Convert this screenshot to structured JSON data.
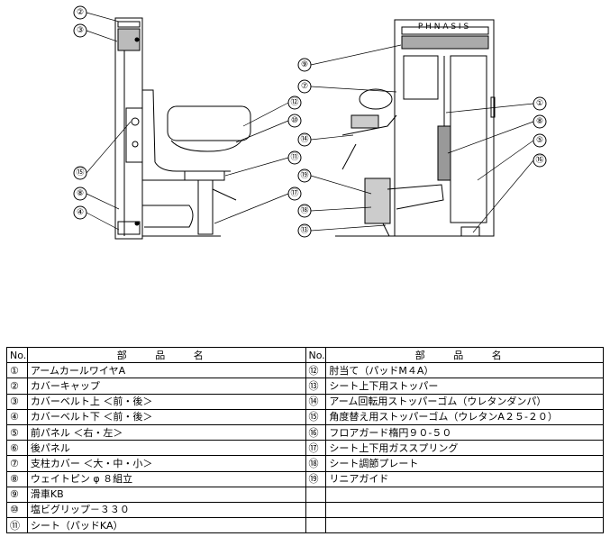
{
  "callouts_left": [
    "②",
    "③",
    "⑮",
    "⑧",
    "④"
  ],
  "callouts_mid": [
    "⑫",
    "⑩",
    "⑪",
    "⑰"
  ],
  "callouts_front": [
    "⑨",
    "⑦",
    "⑭",
    "⑲",
    "⑱",
    "⑬"
  ],
  "callouts_right": [
    "①",
    "⑧",
    "⑤",
    "⑯"
  ],
  "brand_text": "P H N A S I S",
  "table": {
    "header_no": "No.",
    "header_name": "部 品 名",
    "rows": [
      {
        "no1": "①",
        "name1": "アームカールワイヤA",
        "no2": "⑫",
        "name2": "肘当て（パッドM４A）"
      },
      {
        "no1": "②",
        "name1": "カバーキャップ",
        "no2": "⑬",
        "name2": "シート上下用ストッパー"
      },
      {
        "no1": "③",
        "name1": "カバーベルト上 ＜前・後＞",
        "no2": "⑭",
        "name2": "アーム回転用ストッパーゴム（ウレタンダンパ）"
      },
      {
        "no1": "④",
        "name1": "カバーベルト下 ＜前・後＞",
        "no2": "⑮",
        "name2": "角度替え用ストッパーゴム（ウレタンA２５-２０）"
      },
      {
        "no1": "⑤",
        "name1": "前パネル ＜右・左＞",
        "no2": "⑯",
        "name2": "フロアガード楕円９０-５０"
      },
      {
        "no1": "⑥",
        "name1": "後パネル",
        "no2": "⑰",
        "name2": "シート上下用ガススプリング"
      },
      {
        "no1": "⑦",
        "name1": "支柱カバー ＜大・中・小＞",
        "no2": "⑱",
        "name2": "シート調節プレート"
      },
      {
        "no1": "⑧",
        "name1": "ウェイトピン φ ８組立",
        "no2": "⑲",
        "name2": "リニアガイド"
      },
      {
        "no1": "⑨",
        "name1": "滑車KB",
        "no2": "",
        "name2": ""
      },
      {
        "no1": "⑩",
        "name1": "塩ビグリップ－３３０",
        "no2": "",
        "name2": ""
      },
      {
        "no1": "⑪",
        "name1": "シート（パッドKA）",
        "no2": "",
        "name2": ""
      }
    ]
  }
}
